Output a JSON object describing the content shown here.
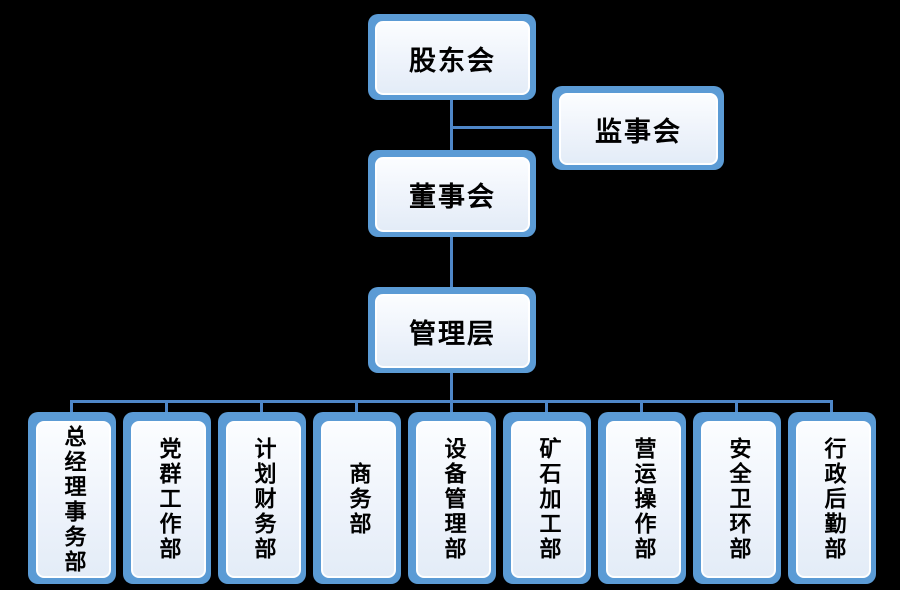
{
  "diagram": {
    "type": "org-chart",
    "background": "#000000",
    "accent_blue": "#5b9bd5",
    "line_blue": "#4f87c8",
    "box_fill": "#eef3fb",
    "text_color": "#000000",
    "nodes": {
      "shareholders": {
        "label": "股东会"
      },
      "supervisors": {
        "label": "监事会"
      },
      "board": {
        "label": "董事会"
      },
      "management": {
        "label": "管理层"
      }
    },
    "departments": [
      {
        "label": "总经理事务部"
      },
      {
        "label": "党群工作部"
      },
      {
        "label": "计划财务部"
      },
      {
        "label": "商务部"
      },
      {
        "label": "设备管理部"
      },
      {
        "label": "矿石加工部"
      },
      {
        "label": "营运操作部"
      },
      {
        "label": "安全卫环部"
      },
      {
        "label": "行政后勤部"
      }
    ],
    "edges": [
      [
        "shareholders",
        "board"
      ],
      [
        "shareholders",
        "supervisors"
      ],
      [
        "board",
        "management"
      ],
      [
        "management",
        "departments"
      ]
    ]
  }
}
